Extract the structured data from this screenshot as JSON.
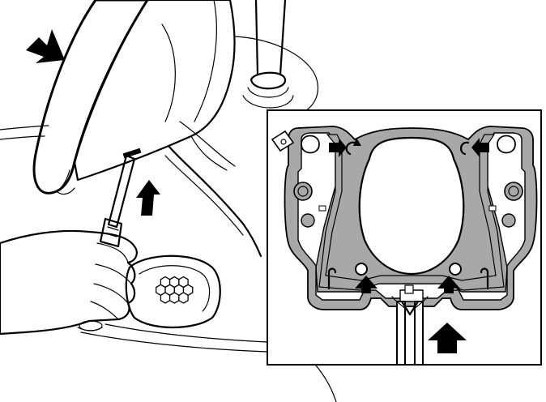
{
  "illustration": {
    "colors": {
      "ink": "#000000",
      "paper": "#ffffff",
      "bracket_fill": "#a8a8a8",
      "inset_frame": "#000000"
    },
    "main_view": {
      "arrows": [
        {
          "name": "push-direction-arrow",
          "meaning": "push"
        },
        {
          "name": "lift-direction-arrow",
          "meaning": "lift"
        }
      ],
      "icons": [
        "steering-wheel-rim",
        "steering-column",
        "hand-with-screwdriver",
        "airbag-module",
        "horn-pad-honeycomb"
      ]
    },
    "detail_view": {
      "arrows": [
        {
          "name": "clip-arrow-left"
        },
        {
          "name": "clip-arrow-right"
        },
        {
          "name": "release-arrow-left"
        },
        {
          "name": "release-arrow-right"
        },
        {
          "name": "tool-insert-arrow"
        }
      ],
      "icons": [
        "mounting-bracket",
        "rotate-left-icon",
        "rotate-right-icon",
        "screwdriver-tip",
        "connector-tab"
      ]
    }
  }
}
